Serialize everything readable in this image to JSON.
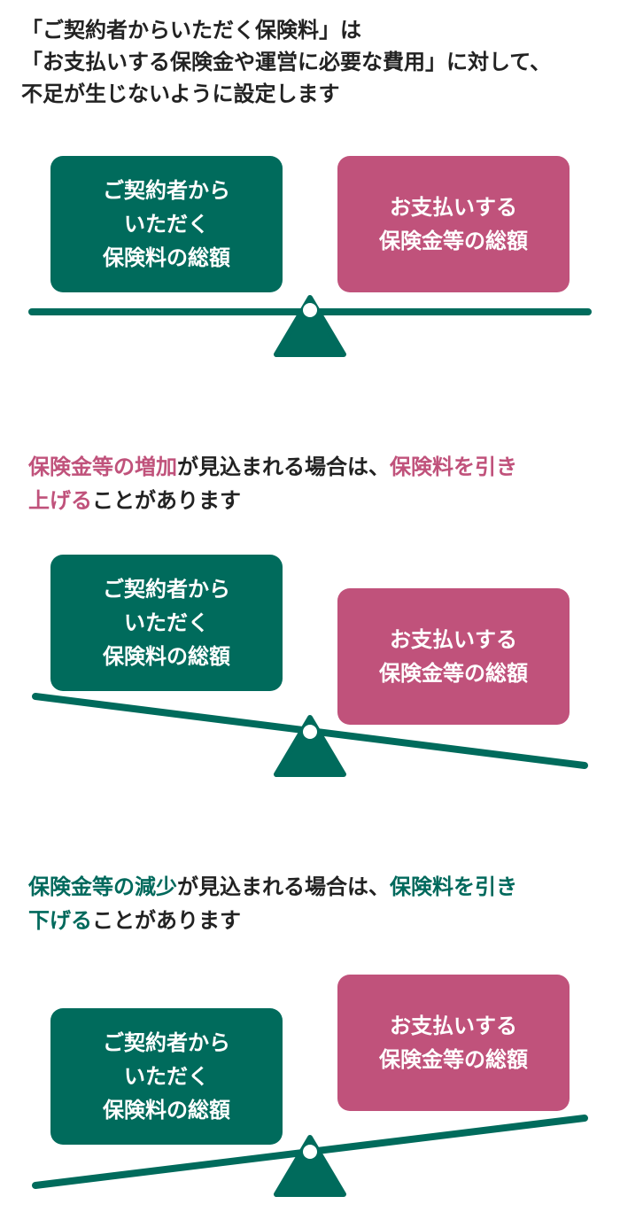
{
  "intro": {
    "lines": [
      "「ご契約者からいただく保険料」は",
      "「お支払いする保険金や運営に必要な費用」に対して、",
      "不足が生じないように設定します"
    ]
  },
  "colors": {
    "green": "#006b5c",
    "pink": "#c0527b",
    "beam": "#006b5c",
    "fulcrum": "#006b5c"
  },
  "labels": {
    "premium_box": [
      "ご契約者から",
      "いただく",
      "保険料の総額"
    ],
    "payout_box": [
      "お支払いする",
      "保険金等の総額"
    ]
  },
  "scenarios": [
    {
      "state": "balanced"
    },
    {
      "state": "increase",
      "caption": {
        "highlight_1": "保険金等の増加",
        "text_1": "が見込まれる場合は、",
        "highlight_2": "保険料を引き",
        "line_2_highlight": "上げる",
        "line_2_text": "ことがあります"
      }
    },
    {
      "state": "decrease",
      "caption": {
        "highlight_1": "保険金等の減少",
        "text_1": "が見込まれる場合は、",
        "highlight_2": "保険料を引き",
        "line_2_highlight": "下げる",
        "line_2_text": "ことがあります"
      }
    }
  ]
}
